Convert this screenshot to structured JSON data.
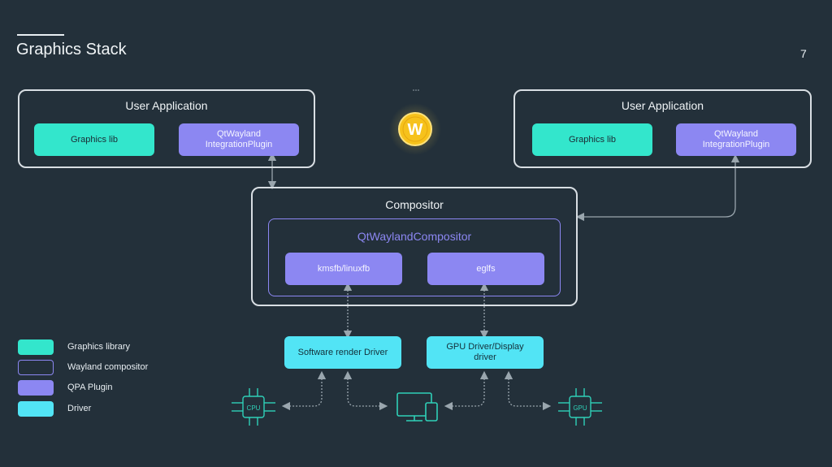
{
  "slide": {
    "title": "Graphics Stack",
    "page_number": "7"
  },
  "left_app": {
    "title": "User Application",
    "graphics_lib": "Graphics lib",
    "plugin": "QtWayland\nIntegrationPlugin"
  },
  "right_app": {
    "title": "User Application",
    "graphics_lib": "Graphics lib",
    "plugin": "QtWayland\nIntegrationPlugin"
  },
  "logo": {
    "letter": "W",
    "icon": "wayland-logo-icon"
  },
  "compositor": {
    "title": "Compositor",
    "inner_title": "QtWaylandCompositor",
    "kms": "kmsfb/linuxfb",
    "eglfs": "eglfs"
  },
  "drivers": {
    "software": "Software render Driver",
    "gpu": "GPU Driver/Display\ndriver"
  },
  "hardware": {
    "cpu": "CPU",
    "gpu": "GPU",
    "display_icon": "monitor-icon"
  },
  "legend": [
    {
      "label": "Graphics library",
      "color": "#33e6cc",
      "style": "fill"
    },
    {
      "label": "Wayland compositor",
      "color": "#8c87f2",
      "style": "outline"
    },
    {
      "label": "QPA Plugin",
      "color": "#8c87f2",
      "style": "fill"
    },
    {
      "label": "Driver",
      "color": "#52e4f5",
      "style": "fill"
    }
  ],
  "colors": {
    "background": "#23303a",
    "graphics_library": "#33e6cc",
    "qpa_plugin": "#8c87f2",
    "driver": "#52e4f5",
    "chip": "#2fd0b8",
    "connector": "#9aa6ae"
  }
}
